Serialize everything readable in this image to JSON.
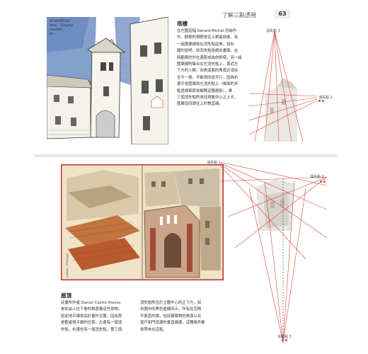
{
  "header": {
    "title": "了解三點透視",
    "page_number": "63"
  },
  "top_section": {
    "heading": "塔樓",
    "lines": [
      "在左圖這幅 Gérard Michel 所繪作",
      "中，觀察的視野會往上剩最前面，有",
      "一組匯聚線會在消失點延伸，如右",
      "圖的說明，該消失點會超出畫面，此",
      "時觀察的外在邊距成為你即使。另一組",
      "匯聚線則集合在左消失點上，喜近左",
      "下方的入群。右側道面的角度必須在",
      "全平一樣，不斷請向遠平行，因為右",
      "邊不會匯聚到左消失點上（後面的多",
      "點透視章節會解釋這種現象），單",
      "三個消失點則會往視覺中心正上方，",
      "匯聚從四周往上的首直線。"
    ],
    "handnote": "St MARTIAL\nmes... Tergnié\nclocher...\ndr. ...",
    "vp_labels": {
      "vp3": "消失點 3",
      "vp2": "消失點 2"
    }
  },
  "bottom_section": {
    "heading": "屋頂",
    "col1_lines": [
      "此畫所作者 Daniel Castro Alonso",
      "是從由上往下看的角度畫這些景物，",
      "因此地平線會高於畫作主體，因為那",
      "是觀者視平線的位置，左邊有一個消",
      "失點，右邊也有一個消失點，第三個"
    ],
    "col2_lines": [
      "消失點則位於主體中心的正下方，如",
      "右圖中的黑色虛線所示，所有在空間",
      "平面直的線，包括建築物的角落以及",
      "窗戶和門道邊的垂直線邊，這種條件都",
      "會帶來在這點。"
    ],
    "vp_labels": {
      "vp1": "消失點 1",
      "vp2": "消失點 2",
      "vp3": "消失點 3"
    },
    "caption": "Lisbon - Portugal"
  },
  "colors": {
    "perspective_line": "#d9443c",
    "dot": "#d9443c",
    "sky": "#6f8fc4"
  }
}
